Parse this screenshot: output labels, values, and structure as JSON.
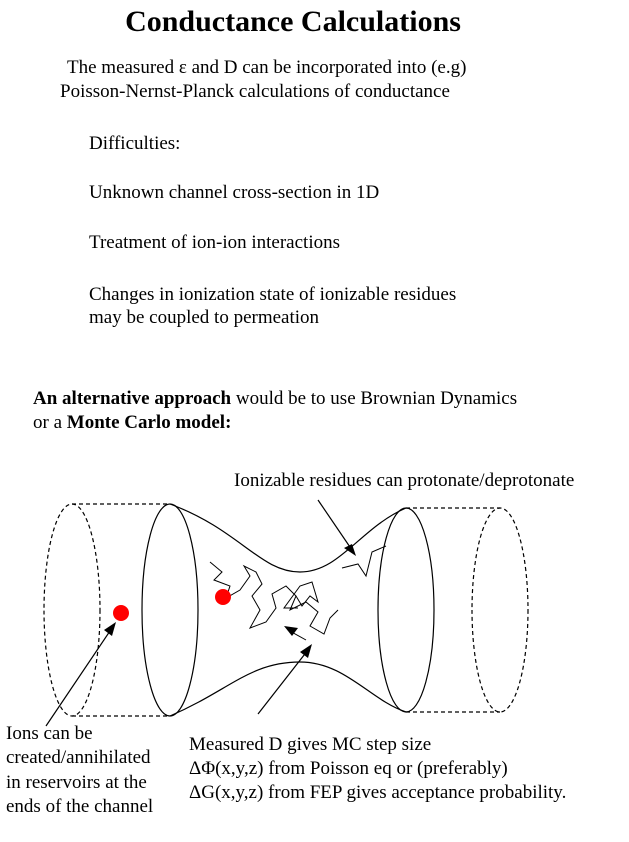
{
  "title": "Conductance Calculations",
  "intro": {
    "line1": "The measured ε and D can be incorporated into (e.g)",
    "line2": "Poisson-Nernst-Planck calculations of conductance"
  },
  "difficulties": {
    "heading": "Difficulties:",
    "item1": "Unknown channel cross-section in 1D",
    "item2": "Treatment of ion-ion interactions",
    "item3_line1": "Changes in ionization state of ionizable residues",
    "item3_line2": "may be coupled to permeation"
  },
  "alternative": {
    "bold1": "An alternative approach",
    "rest1": " would be to use Brownian Dynamics",
    "prefix2": "or a ",
    "bold2": "Monte Carlo model:"
  },
  "diagram": {
    "label_ionizable": "Ionizable residues can protonate/deprotonate",
    "label_ions": [
      "Ions can be",
      "created/annihilated",
      "in reservoirs at the",
      "ends  of the channel"
    ],
    "label_measured": [
      "Measured D gives MC step size",
      "ΔΦ(x,y,z) from Poisson eq or (preferably)",
      "ΔG(x,y,z) from FEP gives acceptance probability."
    ],
    "ion_color": "#ff0000"
  }
}
